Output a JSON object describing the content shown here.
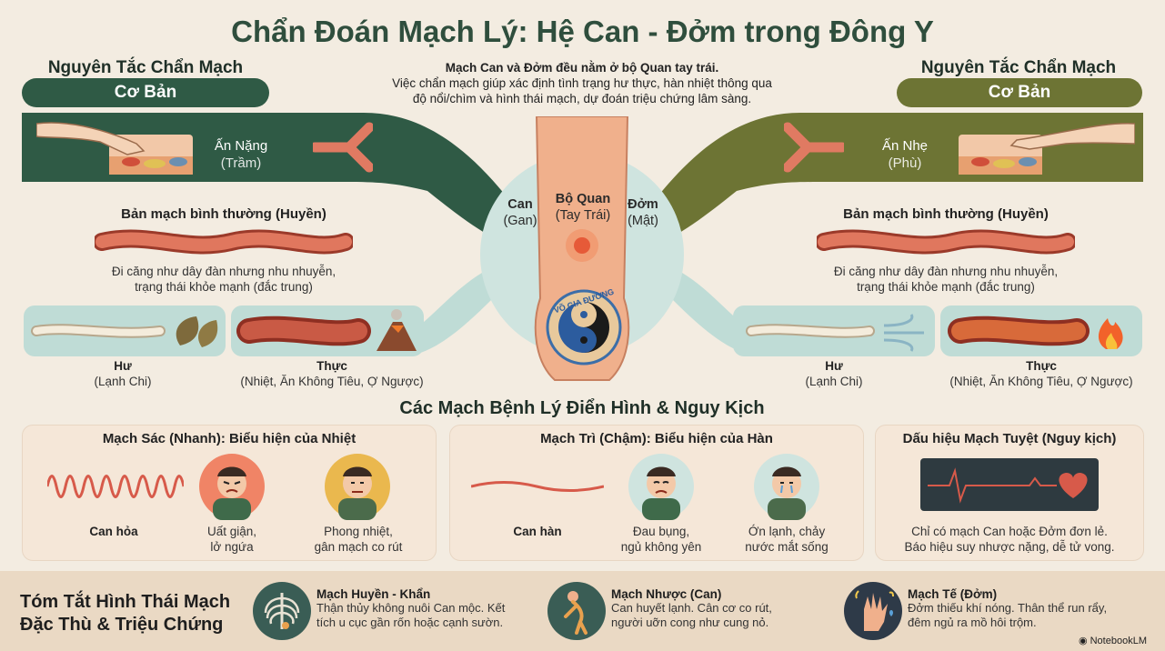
{
  "title": "Chẩn Đoán Mạch Lý: Hệ Can - Đởm trong Đông Y",
  "intro": {
    "line1": "Mạch Can và Đởm đều nằm ở bộ Quan tay trái.",
    "line2": "Việc chẩn mạch giúp xác định tình trạng hư thực, hàn nhiệt thông qua",
    "line3": "độ nổi/chìm và hình thái mạch, dự đoán triệu chứng lâm sàng."
  },
  "left": {
    "heading": "Nguyên Tắc Chẩn Mạch",
    "pill": "Cơ Bản",
    "press_label": "Ấn Nặng",
    "press_sub": "(Trầm)",
    "normal_title": "Bản mạch bình thường (Huyền)",
    "normal_desc1": "Đi căng như dây đàn nhưng nhu nhuyễn,",
    "normal_desc2": "trạng thái khỏe mạnh (đắc trung)",
    "hu_title": "Hư",
    "hu_sub": "(Lạnh Chi)",
    "thuc_title": "Thực",
    "thuc_sub": "(Nhiệt, Ăn Không Tiêu, Ợ Ngược)"
  },
  "right": {
    "heading": "Nguyên Tắc Chẩn Mạch",
    "pill": "Cơ Bản",
    "press_label": "Ấn Nhẹ",
    "press_sub": "(Phù)",
    "normal_title": "Bản mạch bình thường (Huyền)",
    "normal_desc1": "Đi căng như dây đàn nhưng nhu nhuyễn,",
    "normal_desc2": "trạng thái khỏe mạnh (đắc trung)",
    "hu_title": "Hư",
    "hu_sub": "(Lạnh Chi)",
    "thuc_title": "Thực",
    "thuc_sub": "(Nhiệt, Ăn Không Tiêu, Ợ Ngược)"
  },
  "wrist": {
    "can": "Can",
    "can_sub": "(Gan)",
    "quan": "Bộ Quan",
    "quan_sub": "(Tay Trái)",
    "dom": "Đởm",
    "dom_sub": "(Mật)",
    "stamp_text": "VÕ GIA ĐƯỜNG"
  },
  "pathology_heading": "Các Mạch Bệnh Lý Điển Hình & Nguy Kịch",
  "panels": {
    "sac": {
      "title": "Mạch Sác (Nhanh): Biểu hiện của Nhiệt",
      "wave_label": "Can hỏa",
      "face1_1": "Uất giận,",
      "face1_2": "lở ngứa",
      "face2_1": "Phong nhiệt,",
      "face2_2": "gân mạch co rút"
    },
    "tri": {
      "title": "Mạch Trì (Chậm): Biểu hiện của Hàn",
      "wave_label": "Can hàn",
      "face1_1": "Đau bụng,",
      "face1_2": "ngủ không yên",
      "face2_1": "Ớn lạnh, chảy",
      "face2_2": "nước mắt sống"
    },
    "tuyet": {
      "title": "Dấu hiệu Mạch Tuyệt (Nguy kịch)",
      "desc1": "Chỉ có mạch Can hoặc Đởm đơn lẻ.",
      "desc2": "Báo hiệu suy nhược nặng, dễ tử vong."
    }
  },
  "summary": {
    "heading1": "Tóm Tắt Hình Thái Mạch",
    "heading2": "Đặc Thù & Triệu Chứng",
    "items": [
      {
        "title": "Mạch Huyền - Khẩn",
        "l1": "Thận thủy không nuôi Can mộc. Kết",
        "l2": "tích u cục gần rốn hoặc cạnh sườn.",
        "icon": "ribcage-icon"
      },
      {
        "title": "Mạch Nhược (Can)",
        "l1": "Can huyết lạnh. Cân cơ co rút,",
        "l2": "người uỡn cong như cung nỏ.",
        "icon": "bent-person-icon"
      },
      {
        "title": "Mạch Tế (Đởm)",
        "l1": "Đởm thiếu khí nóng. Thân thể run rẩy,",
        "l2": "đêm ngủ ra mồ hôi trộm.",
        "icon": "shaking-hand-icon"
      }
    ]
  },
  "brand": "NotebookLM",
  "colors": {
    "dark_green": "#2f5a45",
    "olive": "#6d7434",
    "teal_light": "#bfdcd6",
    "panel_bg": "#f5e7d8",
    "title": "#2f4e3d"
  }
}
